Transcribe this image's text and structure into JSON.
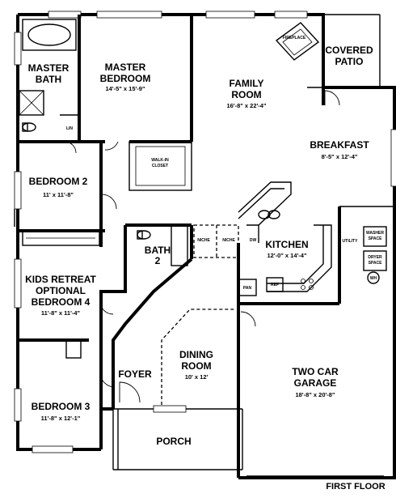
{
  "rooms": {
    "master_bath": {
      "line1": "MASTER",
      "line2": "BATH"
    },
    "master_bedroom": {
      "line1": "MASTER",
      "line2": "BEDROOM",
      "dims": "14'-5\" x 15'-9\""
    },
    "family_room": {
      "line1": "FAMILY",
      "line2": "ROOM",
      "dims": "16'-8\" x 22'-4\""
    },
    "covered_patio": {
      "line1": "COVERED",
      "line2": "PATIO"
    },
    "breakfast": {
      "name": "BREAKFAST",
      "dims": "8'-5\" x 12'-4\""
    },
    "bedroom2": {
      "name": "BEDROOM 2",
      "dims": "11' x 11'-8\""
    },
    "bath2": {
      "line1": "BATH",
      "line2": "2"
    },
    "kitchen": {
      "name": "KITCHEN",
      "dims": "12'-0\" x 14'-4\""
    },
    "kids_retreat": {
      "line1": "KIDS RETREAT",
      "line2": "OPTIONAL",
      "line3": "BEDROOM 4",
      "dims": "11'-8\" x 11'-4\""
    },
    "foyer": {
      "name": "FOYER"
    },
    "dining_room": {
      "line1": "DINING",
      "line2": "ROOM",
      "dims": "10' x 12'"
    },
    "garage": {
      "line1": "TWO CAR",
      "line2": "GARAGE",
      "dims": "18'-8\" x 20'-8\""
    },
    "bedroom3": {
      "name": "BEDROOM 3",
      "dims": "11'-8\" x 12'-1\""
    },
    "porch": {
      "name": "PORCH"
    }
  },
  "fixtures": {
    "fireplace": "FIREPLACE",
    "walkin_line1": "WALK-IN",
    "walkin_line2": "CLOSET",
    "lin": "LIN",
    "niche_left": "NICHE",
    "niche_right": "NICHE",
    "dw": "DW",
    "ref": "REF",
    "pan": "PAN",
    "utility": "UTILITY",
    "washer_line1": "WASHER",
    "washer_line2": "SPACE",
    "dryer_line1": "DRYER",
    "dryer_line2": "SPACE",
    "wh": "WH"
  },
  "floor_label": "FIRST FLOOR"
}
